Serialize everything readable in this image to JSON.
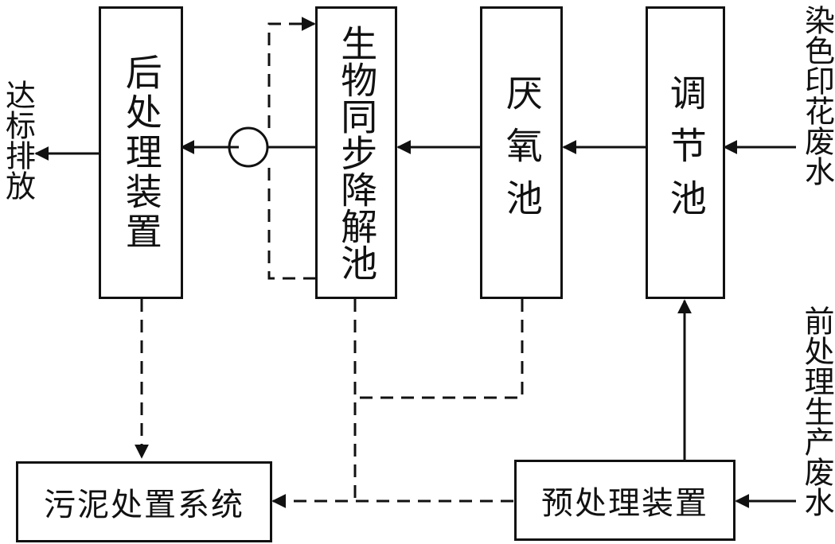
{
  "nodes": {
    "post_treatment": "后处理装置",
    "bio_degradation": "生物同步降解池",
    "anaerobic": "厌氧池",
    "regulating": "调节池",
    "sludge": "污泥处置系统",
    "pretreatment": "预处理装置"
  },
  "inputs": {
    "dye_wastewater": "染色印花废水",
    "pre_wastewater": "前处理生产废水"
  },
  "output": {
    "discharge": "达标排放"
  }
}
